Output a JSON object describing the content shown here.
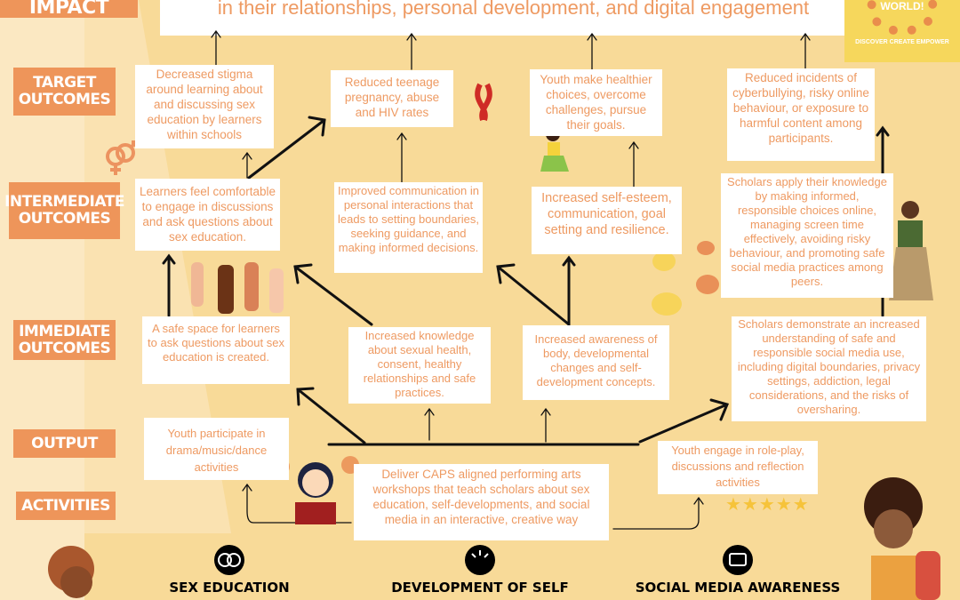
{
  "impact": {
    "label": "IMPACT",
    "text": "in their relationships, personal development, and digital engagement"
  },
  "logo": {
    "title": "WORLD!",
    "tagline": "DISCOVER CREATE EMPOWER"
  },
  "rows": {
    "target": "TARGET OUTCOMES",
    "intermediate": "INTERMEDIATE OUTCOMES",
    "immediate": "IMMEDIATE OUTCOMES",
    "output": "OUTPUT",
    "activities": "ACTIVITIES"
  },
  "target": [
    "Decreased stigma around learning about and discussing sex education by learners within schools",
    "Reduced teenage pregnancy, abuse and HIV rates",
    "Youth make healthier choices, overcome challenges, pursue their goals.",
    "Reduced incidents of cyberbullying, risky online behaviour, or exposure to harmful content among participants."
  ],
  "intermediate": [
    "Learners feel comfortable to engage in discussions and ask questions about sex education.",
    "Improved communication in personal interactions that leads to setting boundaries, seeking guidance, and making informed decisions.",
    "Increased self-esteem, communication, goal setting and resilience.",
    "Scholars apply their knowledge by making informed, responsible choices online, managing screen time effectively, avoiding risky behaviour, and promoting safe social media practices among peers."
  ],
  "immediate": [
    "A safe space for learners to ask questions about sex education is created.",
    "Increased knowledge about sexual health, consent, healthy relationships and safe practices.",
    "Increased awareness of body, developmental changes and self-development concepts.",
    "Scholars demonstrate an increased understanding of safe and responsible social media use, including digital boundaries, privacy settings, addiction, legal considerations, and the risks of oversharing."
  ],
  "output": [
    "Youth participate in drama/music/dance activities",
    "Youth engage in role-play, discussions and reflection activities"
  ],
  "activity": "Deliver CAPS aligned performing arts workshops that teach scholars about sex education, self-developments, and social media in an interactive, creative way",
  "rating": {
    "stars": 5,
    "glyphs": "★★★★★"
  },
  "themes": [
    "SEX EDUCATION",
    "DEVELOPMENT OF SELF",
    "SOCIAL MEDIA AWARENESS"
  ],
  "colors": {
    "background": "#f8da98",
    "label": "#ee955a",
    "text": "#ee9a62"
  }
}
